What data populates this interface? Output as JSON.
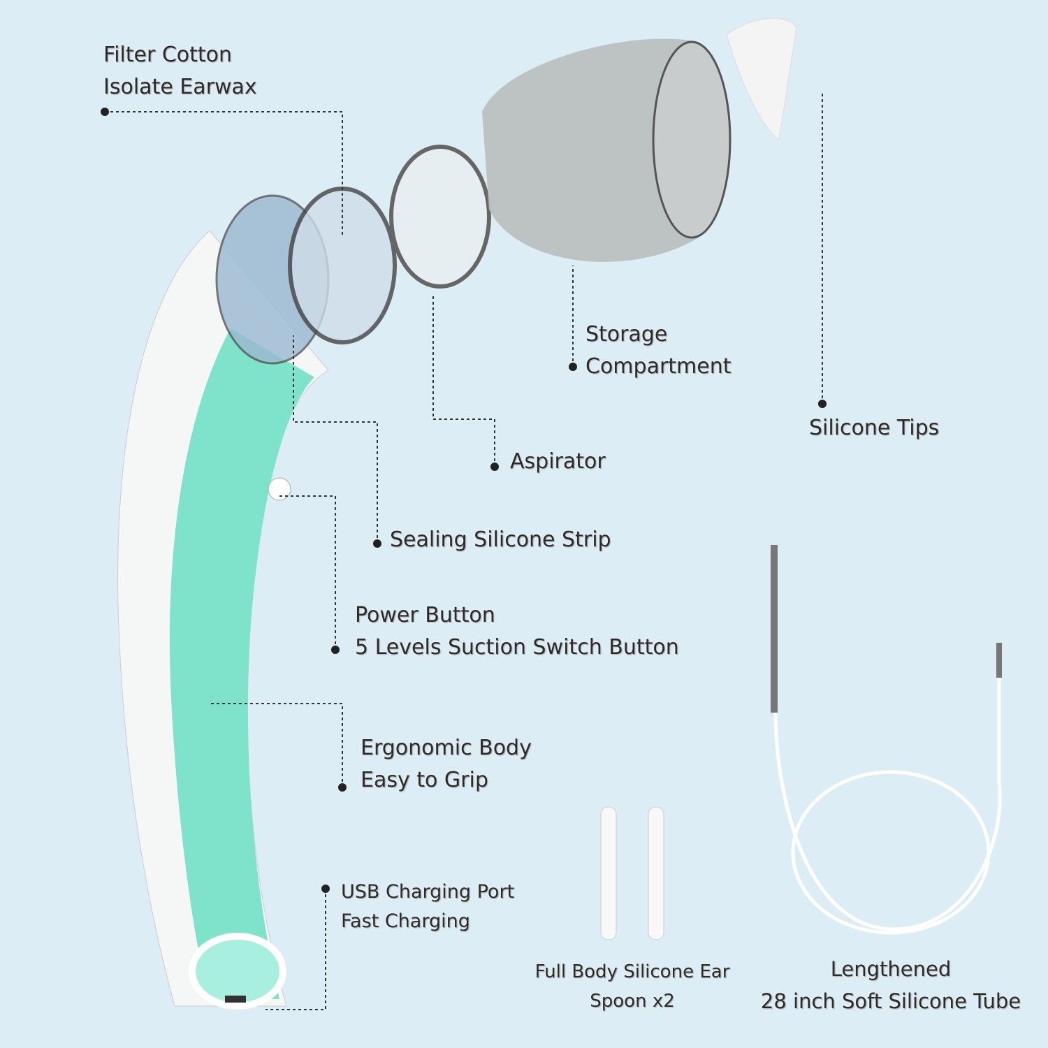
{
  "colors": {
    "background": "#dcedf5",
    "body": "#7fe3cc",
    "shell": "#f4f7f6",
    "cup": "#b9bcbc",
    "leader": "#333333"
  },
  "labels": {
    "filter_cotton": [
      "Filter Cotton",
      "Isolate Earwax"
    ],
    "storage": [
      "Storage",
      "Compartment"
    ],
    "silicone_tips": "Silicone Tips",
    "aspirator": "Aspirator",
    "sealing_strip": "Sealing Silicone Strip",
    "power_button": [
      "Power Button",
      "5 Levels Suction Switch Button"
    ],
    "ergonomic": [
      "Ergonomic Body",
      "Easy to Grip"
    ],
    "usb": [
      "USB Charging Port",
      "Fast Charging"
    ],
    "ear_spoon": [
      "Full Body Silicone Ear",
      "Spoon x2"
    ],
    "tube": [
      "Lengthened",
      "28 inch Soft Silicone Tube"
    ]
  }
}
